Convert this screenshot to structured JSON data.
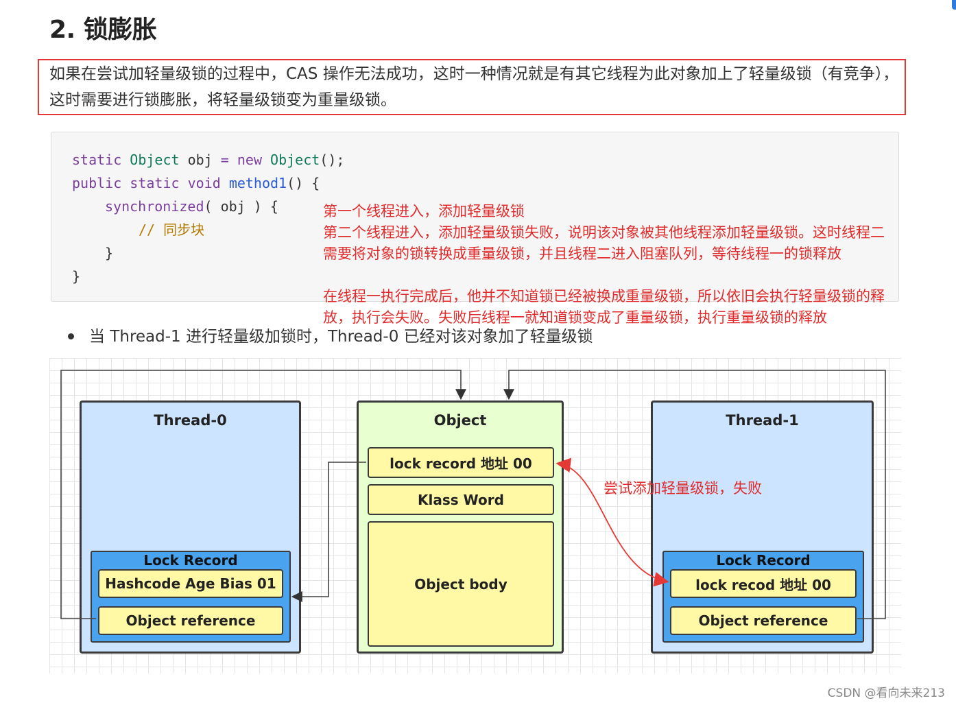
{
  "heading": "2. 锁膨胀",
  "paragraph": "如果在尝试加轻量级锁的过程中，CAS 操作无法成功，这时一种情况就是有其它线程为此对象加上了轻量级锁（有竞争），这时需要进行锁膨胀，将轻量级锁变为重量级锁。",
  "code": {
    "line1": {
      "kw1": "static",
      "type1": "Object",
      "name": " obj ",
      "op": "=",
      "kw2": "new",
      "type2": "Object",
      "tail": "();"
    },
    "line2": {
      "kw1": "public",
      "kw2": "static",
      "kw3": "void",
      "fn": "method1",
      "tail": "() {"
    },
    "line3": {
      "kw": "synchronized",
      "tail": "( obj ) {"
    },
    "line4": {
      "comment": "// 同步块"
    },
    "line5": "}",
    "line6": "}"
  },
  "annotations": {
    "a1": "第一个线程进入，添加轻量级锁",
    "a2": "第二个线程进入，添加轻量级锁失败，说明该对象被其他线程添加轻量级锁。这时线程二",
    "a3": "需要将对象的锁转换成重量级锁，并且线程二进入阻塞队列，等待线程一的锁释放",
    "a4": "在线程一执行完成后，他并不知道锁已经被换成重量级锁，所以依旧会执行轻量级锁的释",
    "a5": "放，执行会失败。失败后线程一就知道锁变成了重量级锁，执行重量级锁的释放"
  },
  "bullet": "当 Thread-1 进行轻量级加锁时，Thread-0 已经对该对象加了轻量级锁",
  "diagram": {
    "thread0": {
      "title": "Thread-0",
      "lock_record_title": "Lock Record",
      "cell1": "Hashcode Age Bias 01",
      "cell2": "Object reference"
    },
    "object": {
      "title": "Object",
      "cell1": "lock record 地址 00",
      "cell2": "Klass Word",
      "cell3": "Object body"
    },
    "thread1": {
      "title": "Thread-1",
      "lock_record_title": "Lock Record",
      "cell1": "lock recod 地址 00",
      "cell2": "Object reference"
    },
    "fail_label": "尝试添加轻量级锁，失败"
  },
  "footer": "CSDN @看向未来213",
  "colors": {
    "highlight_border": "#e53935",
    "annotation": "#e02c2c",
    "thread_box": "#cce4ff",
    "object_box": "#e8ffd0",
    "cell": "#fff9a6",
    "lock_record": "#4aa3ef"
  }
}
